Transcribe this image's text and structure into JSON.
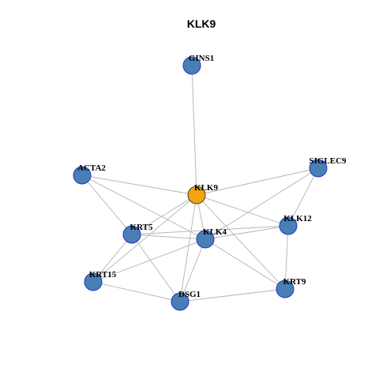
{
  "title": "KLK9",
  "colors": {
    "node_fill": "#4a7fb5",
    "node_stroke": "#1f35c9",
    "hub_fill": "#f5a30f",
    "hub_stroke": "#404040",
    "edge": "#b3b3b3"
  },
  "nodes": [
    {
      "id": "GINS1",
      "label": "GINS1",
      "hub": false
    },
    {
      "id": "ACTA2",
      "label": "ACTA2",
      "hub": false
    },
    {
      "id": "SIGLEC9",
      "label": "SIGLEC9",
      "hub": false
    },
    {
      "id": "KLK9",
      "label": "KLK9",
      "hub": true
    },
    {
      "id": "KLK12",
      "label": "KLK12",
      "hub": false
    },
    {
      "id": "KRT5",
      "label": "KRT5",
      "hub": false
    },
    {
      "id": "KLK4",
      "label": "KLK4",
      "hub": false
    },
    {
      "id": "KRT15",
      "label": "KRT15",
      "hub": false
    },
    {
      "id": "KRT9",
      "label": "KRT9",
      "hub": false
    },
    {
      "id": "DSG1",
      "label": "DSG1",
      "hub": false
    }
  ],
  "edges": [
    [
      "GINS1",
      "KLK9"
    ],
    [
      "ACTA2",
      "KLK9"
    ],
    [
      "ACTA2",
      "KRT5"
    ],
    [
      "ACTA2",
      "KLK4"
    ],
    [
      "SIGLEC9",
      "KLK9"
    ],
    [
      "SIGLEC9",
      "KLK12"
    ],
    [
      "SIGLEC9",
      "KLK4"
    ],
    [
      "KLK9",
      "KRT5"
    ],
    [
      "KLK9",
      "KLK4"
    ],
    [
      "KLK9",
      "KLK12"
    ],
    [
      "KLK9",
      "KRT15"
    ],
    [
      "KLK9",
      "DSG1"
    ],
    [
      "KLK9",
      "KRT9"
    ],
    [
      "KRT5",
      "KLK4"
    ],
    [
      "KRT5",
      "KLK12"
    ],
    [
      "KRT5",
      "KRT15"
    ],
    [
      "KRT5",
      "DSG1"
    ],
    [
      "KLK4",
      "KLK12"
    ],
    [
      "KLK4",
      "KRT15"
    ],
    [
      "KLK4",
      "DSG1"
    ],
    [
      "KLK4",
      "KRT9"
    ],
    [
      "KLK12",
      "KRT9"
    ],
    [
      "KRT15",
      "DSG1"
    ],
    [
      "DSG1",
      "KRT9"
    ]
  ]
}
